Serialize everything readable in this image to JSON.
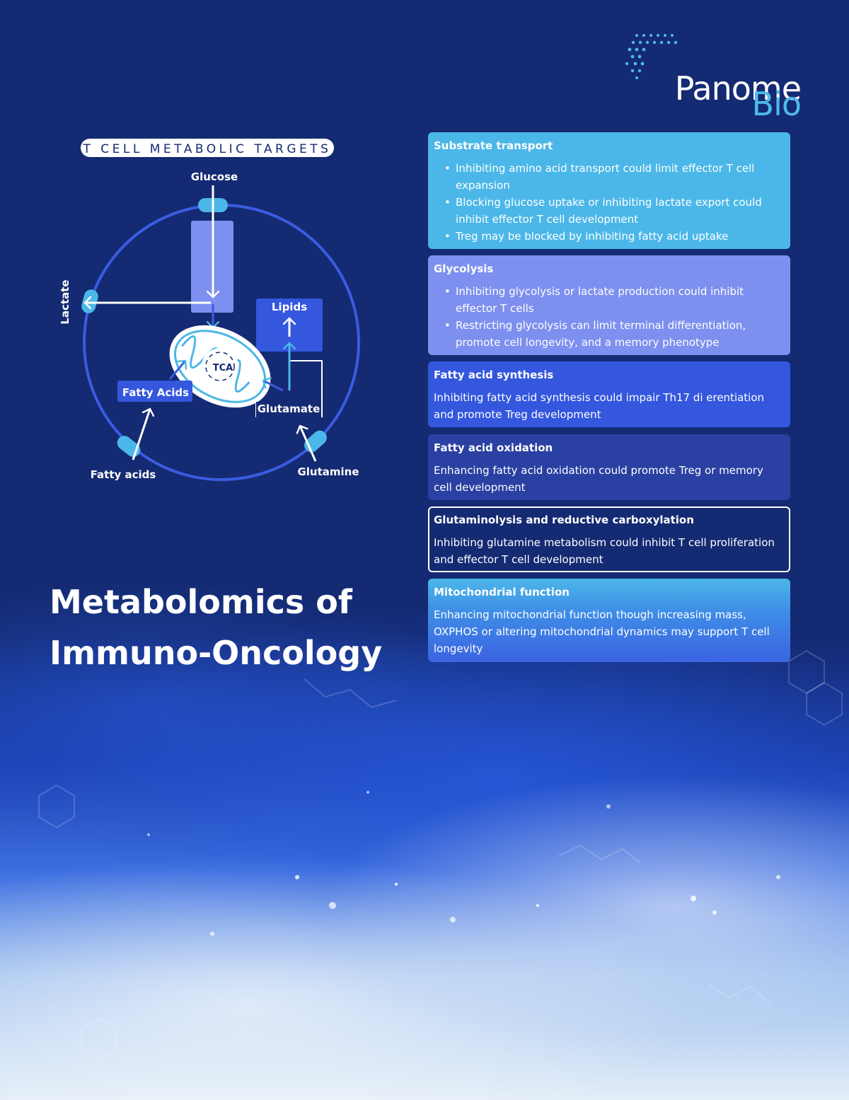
{
  "brand": {
    "name_line1": "Panome",
    "name_line2": "Bio",
    "accent_color": "#4dbbea"
  },
  "diagram": {
    "heading": "T CELL METABOLIC TARGETS",
    "labels": {
      "glucose": "Glucose",
      "lactate": "Lactate",
      "lipids": "Lipids",
      "tca": "TCA",
      "fatty_acids_internal": "Fatty Acids",
      "glutamate": "Glutamate",
      "fatty_acids_external": "Fatty acids",
      "glutamine": "Glutamine"
    }
  },
  "title": {
    "line1": "Metabolomics of",
    "line2": "Immuno-Oncology"
  },
  "panels": [
    {
      "heading": "Substrate transport",
      "bullets": [
        "Inhibiting amino acid transport could limit effector T cell expansion",
        "Blocking glucose uptake or inhibiting lactate export could inhibit effector T cell development",
        "Treg may be blocked by inhibiting fatty acid uptake"
      ]
    },
    {
      "heading": "Glycolysis",
      "bullets": [
        "Inhibiting glycolysis or lactate production could inhibit effector T cells",
        "Restricting glycolysis can limit terminal differentiation, promote cell longevity, and a memory phenotype"
      ]
    },
    {
      "heading": "Fatty acid synthesis",
      "text": "Inhibiting fatty acid synthesis could impair Th17 di erentiation and promote Treg development"
    },
    {
      "heading": "Fatty acid oxidation",
      "text": "Enhancing fatty acid oxidation could promote Treg or memory cell development"
    },
    {
      "heading": "Glutaminolysis and reductive carboxylation",
      "text": "Inhibiting glutamine metabolism could inhibit T cell proliferation and effector T cell development"
    },
    {
      "heading": "Mitochondrial function",
      "text": "Enhancing mitochondrial function though increasing mass, OXPHOS or altering mitochondrial dynamics may support T cell longevity"
    }
  ]
}
